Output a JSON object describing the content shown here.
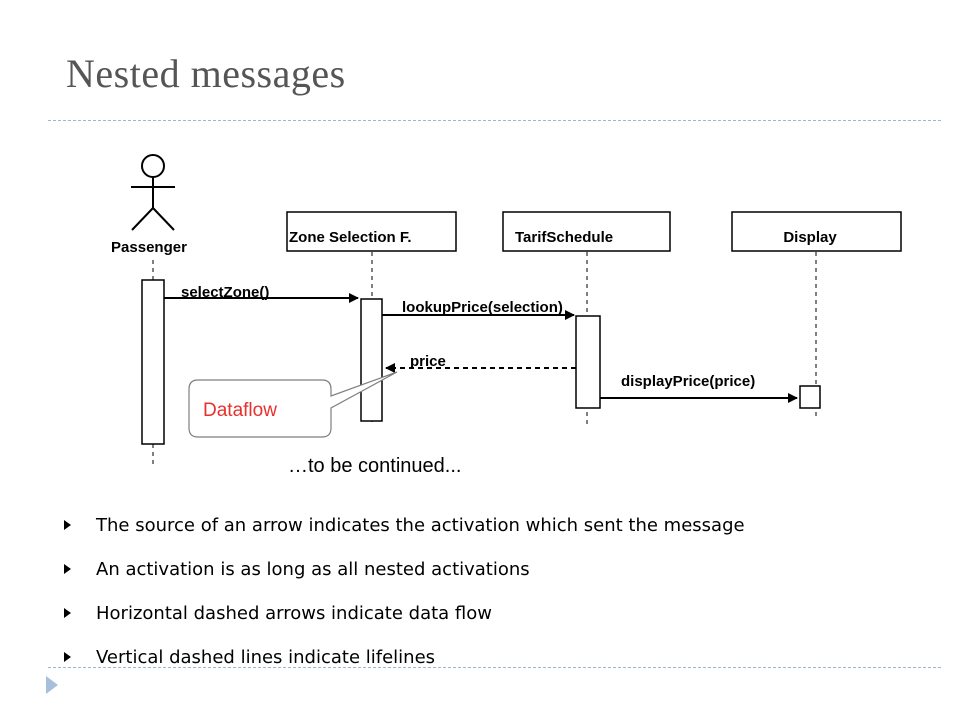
{
  "slide": {
    "title": "Nested messages",
    "continued": "…to be continued..."
  },
  "diagram": {
    "actor": "Passenger",
    "objects": [
      "Zone Selection F.",
      "TarifSchedule",
      "Display"
    ],
    "messages": {
      "select_zone": "selectZone()",
      "lookup_price": "lookupPrice(selection)",
      "price": "price",
      "display_price": "displayPrice(price)"
    },
    "note": "Dataflow"
  },
  "bullets": [
    "The source of an arrow indicates the activation which sent the message",
    "An activation is as long as all nested activations",
    "Horizontal dashed arrows indicate data flow",
    "Vertical dashed lines indicate lifelines"
  ],
  "colors": {
    "note_text": "#e8302c",
    "divider": "#9fb6cc",
    "marker": "#a7bfdc"
  }
}
